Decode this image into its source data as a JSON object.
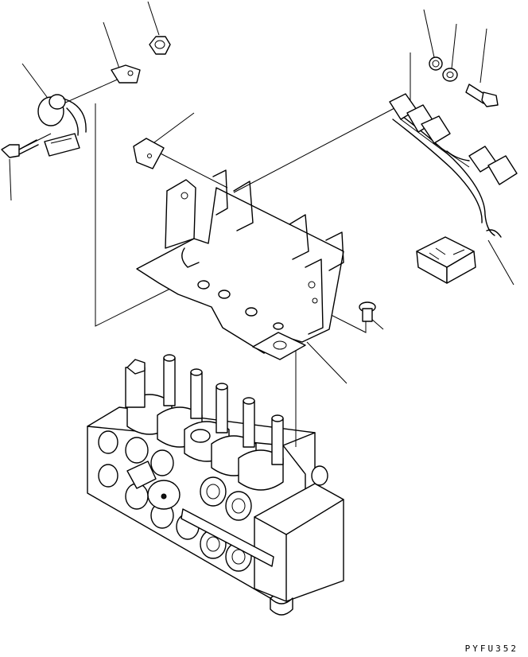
{
  "drawing": {
    "code": "PYFU352",
    "background": "#ffffff",
    "line_color": "#000000"
  },
  "parts": [
    {
      "name": "nut"
    },
    {
      "name": "clip"
    },
    {
      "name": "buzzer"
    },
    {
      "name": "bolt"
    },
    {
      "name": "spring-washer"
    },
    {
      "name": "washer"
    },
    {
      "name": "bracket-bolt"
    },
    {
      "name": "small-bracket"
    },
    {
      "name": "mounting-bracket"
    },
    {
      "name": "wiring-harness"
    },
    {
      "name": "connector"
    },
    {
      "name": "screw"
    },
    {
      "name": "control-valve"
    }
  ]
}
